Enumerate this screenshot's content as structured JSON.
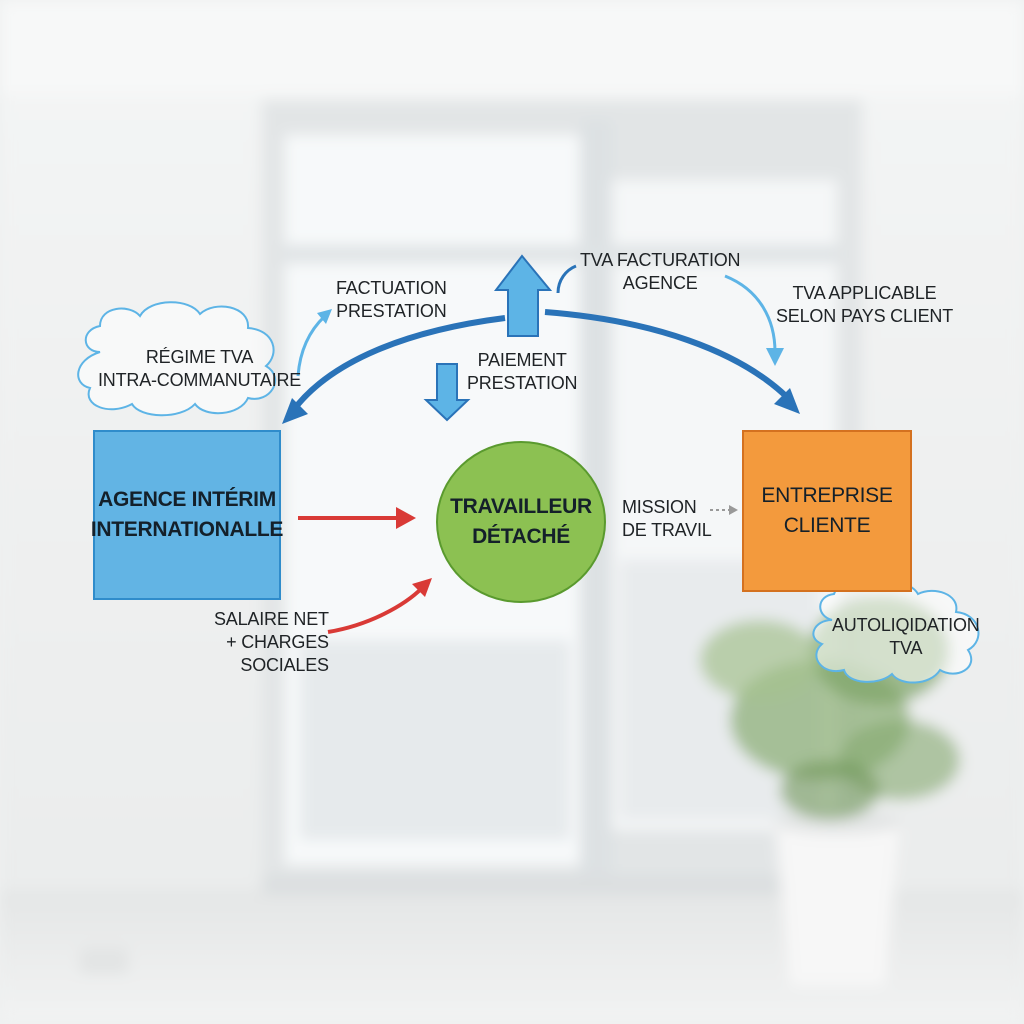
{
  "nodes": {
    "agency": {
      "line1": "AGENCE INTÉRIM",
      "line2": "INTERNATIONALLE"
    },
    "worker": {
      "line1": "TRAVAILLEUR",
      "line2": "DÉTACHÉ"
    },
    "client": {
      "line1": "ENTREPRISE",
      "line2": "CLIENTE"
    }
  },
  "labels": {
    "facturation_prestation": {
      "line1": "FACTUATION",
      "line2": "PRESTATION"
    },
    "tva_facturation": {
      "line1": "TVA FACTURATION",
      "line2": "AGENCE"
    },
    "tva_applicable": {
      "line1": "TVA APPLICABLE",
      "line2": "SELON PAYS CLIENT"
    },
    "paiement": {
      "line1": "PAIEMENT",
      "line2": "PRESTATION"
    },
    "mission": {
      "line1": "MISSION",
      "line2": "DE TRAVIL"
    },
    "salaire": {
      "line1": "SALAIRE NET",
      "line2": "+ CHARGES",
      "line3": "SOCIALES"
    }
  },
  "clouds": {
    "regime": {
      "line1": "RÉGIME TVA",
      "line2": "INTRA-COMMANUTAIRE"
    },
    "autoliquidation": {
      "line1": "AUTOLIQIDATION",
      "line2": "TVA"
    }
  },
  "colors": {
    "agency": "#62b4e4",
    "worker": "#8cc152",
    "client": "#f39a3d",
    "flow_blue": "#2a73b8",
    "accent_light_blue": "#5db4e6",
    "salary_red": "#d93a36"
  }
}
